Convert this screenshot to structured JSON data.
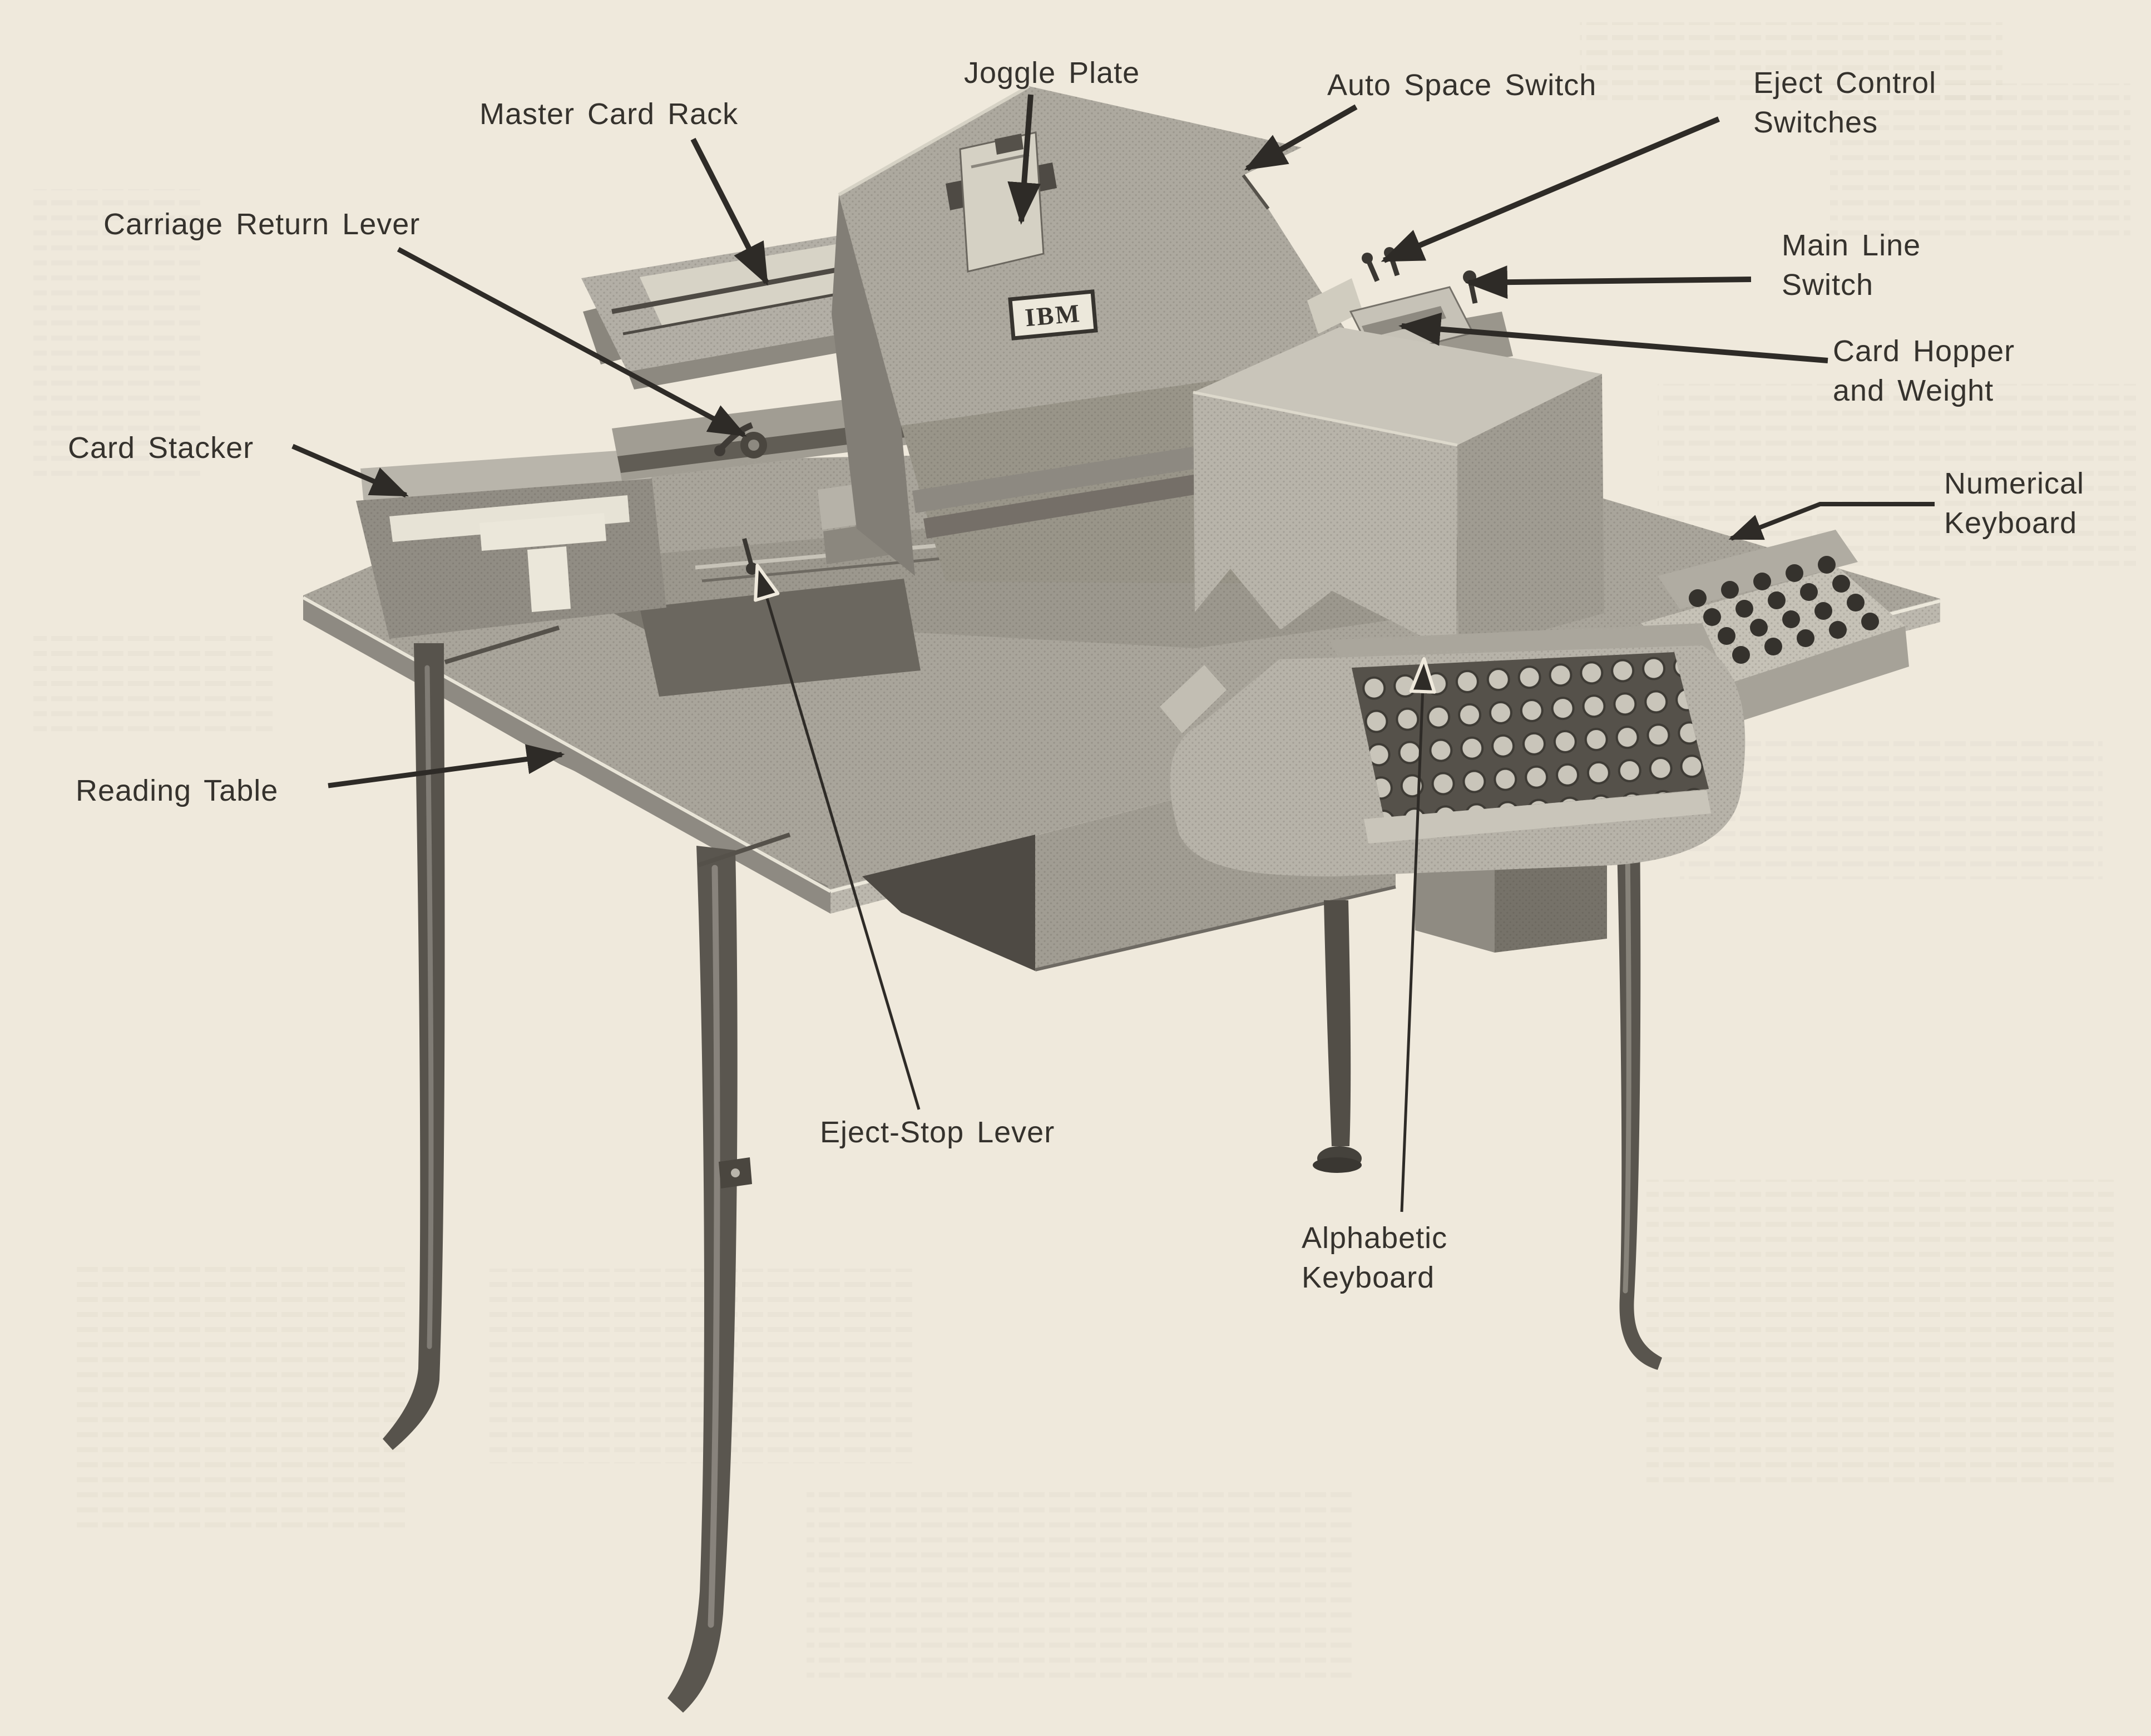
{
  "figure": {
    "background_color": "#efe9dc",
    "ink_color": "#35322d",
    "machine_logo": "IBM",
    "labels": {
      "master_card_rack": "Master Card Rack",
      "joggle_plate": "Joggle Plate",
      "auto_space_switch": "Auto Space Switch",
      "eject_control_switches": "Eject Control\nSwitches",
      "main_line_switch": "Main Line\nSwitch",
      "card_hopper_and_weight": "Card Hopper\nand Weight",
      "numerical_keyboard": "Numerical\nKeyboard",
      "card_stacker": "Card Stacker",
      "carriage_return_lever": "Carriage Return Lever",
      "reading_table": "Reading Table",
      "eject_stop_lever": "Eject-Stop Lever",
      "alphabetic_keyboard": "Alphabetic\nKeyboard"
    }
  }
}
